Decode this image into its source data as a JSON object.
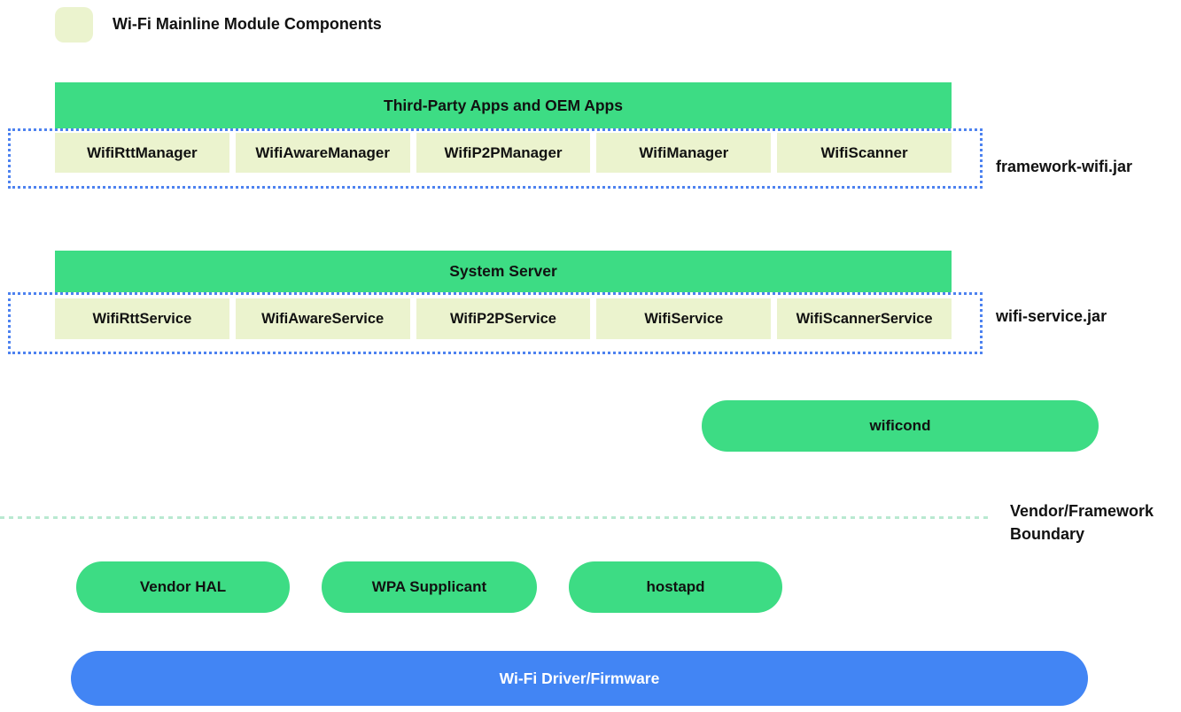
{
  "colors": {
    "green": "#3ddc84",
    "pale": "#ebf3ce",
    "blue_bar": "#4285f4",
    "dot_blue": "#4d82f0",
    "mint": "#b9e9d1",
    "ink": "#111111"
  },
  "legend": {
    "label": "Wi-Fi Mainline Module Components"
  },
  "framework_group": {
    "header": "Third-Party Apps and OEM Apps",
    "items": [
      "WifiRttManager",
      "WifiAwareManager",
      "WifiP2PManager",
      "WifiManager",
      "WifiScanner"
    ],
    "jar_label": "framework-wifi.jar"
  },
  "service_group": {
    "header": "System Server",
    "items": [
      "WifiRttService",
      "WifiAwareService",
      "WifiP2PService",
      "WifiService",
      "WifiScannerService"
    ],
    "jar_label": "wifi-service.jar"
  },
  "wificond": {
    "label": "wificond"
  },
  "boundary": {
    "line1": "Vendor/Framework",
    "line2": "Boundary"
  },
  "vendor_components": [
    "Vendor HAL",
    "WPA Supplicant",
    "hostapd"
  ],
  "driver": {
    "label": "Wi-Fi Driver/Firmware"
  }
}
